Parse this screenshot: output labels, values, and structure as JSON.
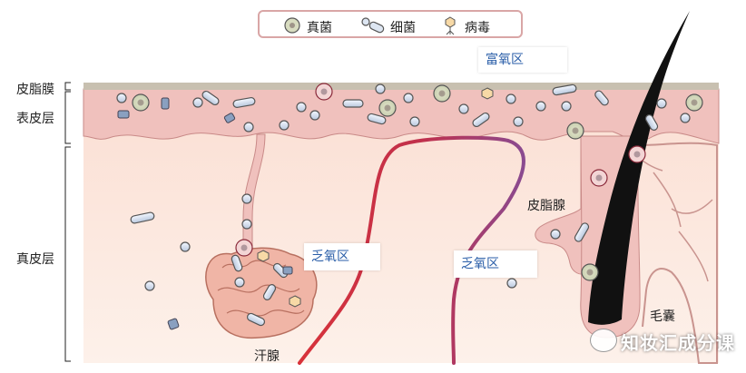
{
  "legend": {
    "fungi": "真菌",
    "bacteria": "细菌",
    "virus": "病毒"
  },
  "layers": {
    "sebum_film": "皮脂膜",
    "epidermis": "表皮层",
    "dermis": "真皮层"
  },
  "zones": {
    "oxygen_rich": "富氧区",
    "anoxic_left": "乏氧区",
    "anoxic_right": "乏氧区"
  },
  "structures": {
    "sebaceous_gland": "皮脂腺",
    "sweat_gland": "汗腺",
    "hair_follicle": "毛囊"
  },
  "watermark": "知妆汇成分课",
  "colors": {
    "dermis": "#fbe6dc",
    "epidermis": "#f0c1bd",
    "sebum": "#c8c0b0",
    "artery": "#d8323a",
    "vein": "#8a4a90",
    "fungus_fill": "#d8dcc0",
    "bacteria_fill": "#dde6f2"
  }
}
